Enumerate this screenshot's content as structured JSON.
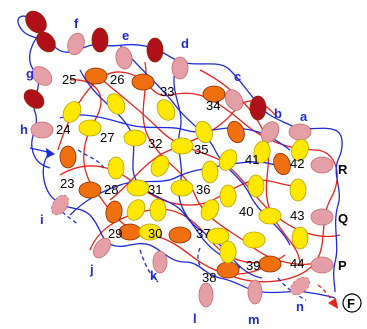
{
  "colors": {
    "blue": "#1f2bd6",
    "red": "#e8231a",
    "dark_red": "#b0101a",
    "orange": "#f07010",
    "yellow": "#ffe800",
    "pink": "#e4a0a6",
    "black": "#000000"
  },
  "cells": [
    {
      "id": "c25",
      "label": "25"
    },
    {
      "id": "c26",
      "label": "26"
    },
    {
      "id": "c33",
      "label": "33"
    },
    {
      "id": "c34",
      "label": "34"
    },
    {
      "id": "c24",
      "label": "24"
    },
    {
      "id": "c27",
      "label": "27"
    },
    {
      "id": "c32",
      "label": "32"
    },
    {
      "id": "c35",
      "label": "35"
    },
    {
      "id": "c41",
      "label": "41"
    },
    {
      "id": "c42",
      "label": "42"
    },
    {
      "id": "c23",
      "label": "23"
    },
    {
      "id": "c28",
      "label": "28"
    },
    {
      "id": "c31",
      "label": "31"
    },
    {
      "id": "c36",
      "label": "36"
    },
    {
      "id": "c40",
      "label": "40"
    },
    {
      "id": "c43",
      "label": "43"
    },
    {
      "id": "c29",
      "label": "29"
    },
    {
      "id": "c30",
      "label": "30"
    },
    {
      "id": "c37",
      "label": "37"
    },
    {
      "id": "c38",
      "label": "38"
    },
    {
      "id": "c39",
      "label": "39"
    },
    {
      "id": "c44",
      "label": "44"
    }
  ],
  "letters": [
    {
      "id": "f",
      "label": "f"
    },
    {
      "id": "e",
      "label": "e"
    },
    {
      "id": "d",
      "label": "d"
    },
    {
      "id": "c",
      "label": "c"
    },
    {
      "id": "b",
      "label": "b"
    },
    {
      "id": "a",
      "label": "a"
    },
    {
      "id": "g",
      "label": "g"
    },
    {
      "id": "h",
      "label": "h"
    },
    {
      "id": "i",
      "label": "i"
    },
    {
      "id": "j",
      "label": "j"
    },
    {
      "id": "k",
      "label": "k"
    },
    {
      "id": "l",
      "label": "l"
    },
    {
      "id": "m",
      "label": "m"
    },
    {
      "id": "n",
      "label": "n"
    },
    {
      "id": "R",
      "label": "R"
    },
    {
      "id": "Q",
      "label": "Q"
    },
    {
      "id": "P",
      "label": "P"
    }
  ],
  "terminal": {
    "label": "F"
  }
}
